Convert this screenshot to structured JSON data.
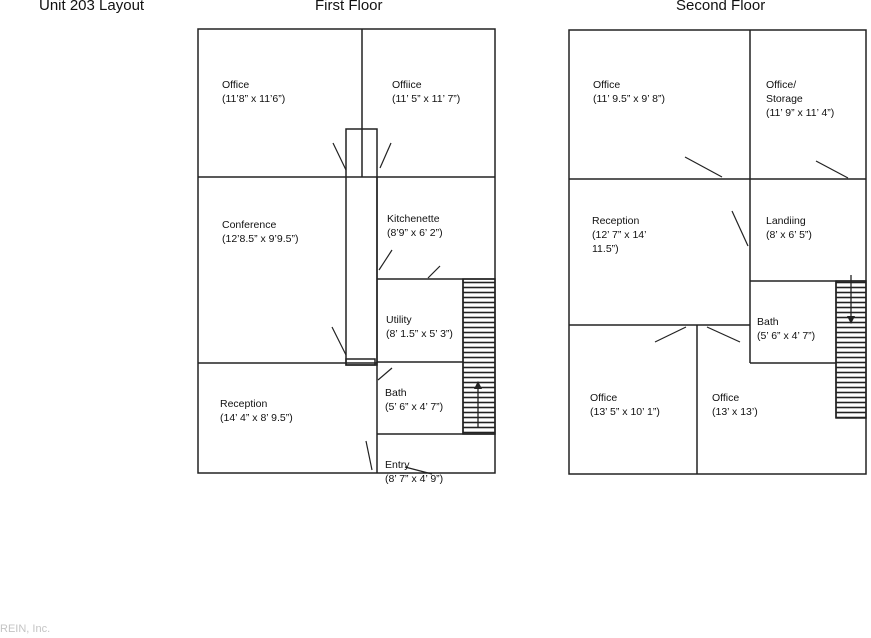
{
  "titles": {
    "layout": "Unit 203 Layout",
    "first_floor": "First Floor",
    "second_floor": "Second Floor"
  },
  "first_floor_rooms": [
    {
      "name": "Office",
      "dims": "(11’8” x 11’6”)"
    },
    {
      "name": "Offiice",
      "dims": "(11’ 5” x 11’ 7”)"
    },
    {
      "name": "Conference",
      "dims": "(12’8.5” x 9’9.5”)"
    },
    {
      "name": "Kitchenette",
      "dims": "(8’9” x 6’ 2”)"
    },
    {
      "name": "Utility",
      "dims": "(8’ 1.5” x 5’ 3”)"
    },
    {
      "name": "Reception",
      "dims": "(14’ 4” x 8’ 9.5”)"
    },
    {
      "name": "Bath",
      "dims": "(5’ 6” x 4’ 7”)"
    },
    {
      "name": "Entry",
      "dims": "(8’ 7” x 4’ 9”)"
    }
  ],
  "second_floor_rooms": [
    {
      "name": "Office",
      "dims": "(11’ 9.5” x 9’ 8”)"
    },
    {
      "name": "Office/\nStorage",
      "dims": "(11’ 9” x 11’ 4”)"
    },
    {
      "name": "Reception",
      "dims": "(12’ 7” x 14’\n11.5”)"
    },
    {
      "name": "Landiing",
      "dims": "(8’ x 6’ 5”)"
    },
    {
      "name": "Bath",
      "dims": "(5’ 6” x 4’ 7”)"
    },
    {
      "name": "Office",
      "dims": "(13’ 5” x 10’ 1”)"
    },
    {
      "name": "Office",
      "dims": "(13’ x 13’)"
    }
  ],
  "watermark": "REIN, Inc."
}
